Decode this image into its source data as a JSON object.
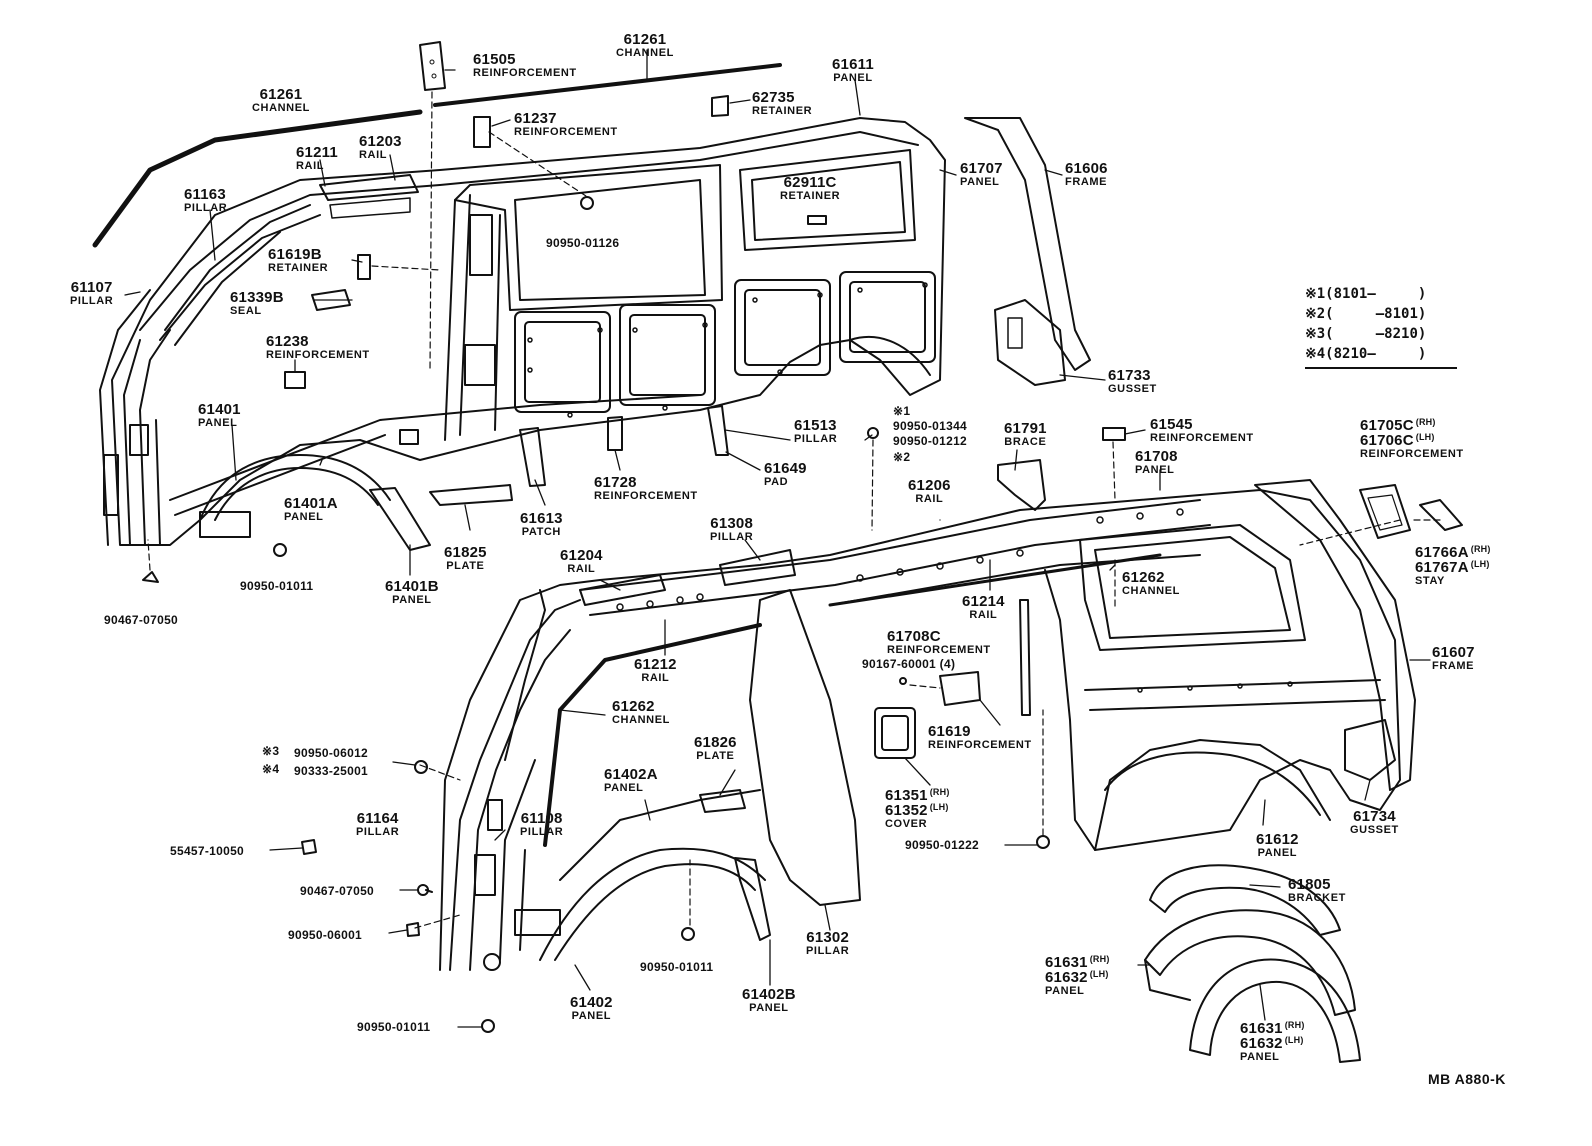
{
  "labels": {
    "l61261a": {
      "num": "61261",
      "name": "CHANNEL"
    },
    "l61261b": {
      "num": "61261",
      "name": "CHANNEL"
    },
    "l61505": {
      "num": "61505",
      "name": "REINFORCEMENT"
    },
    "l61611": {
      "num": "61611",
      "name": "PANEL"
    },
    "l62735": {
      "num": "62735",
      "name": "RETAINER"
    },
    "l61237": {
      "num": "61237",
      "name": "REINFORCEMENT"
    },
    "l61211": {
      "num": "61211",
      "name": "RAIL"
    },
    "l61203": {
      "num": "61203",
      "name": "RAIL"
    },
    "l61163": {
      "num": "61163",
      "name": "PILLAR"
    },
    "l61707": {
      "num": "61707",
      "name": "PANEL"
    },
    "l61606": {
      "num": "61606",
      "name": "FRAME"
    },
    "l62911c": {
      "num": "62911C",
      "name": "RETAINER"
    },
    "l61107": {
      "num": "61107",
      "name": "PILLAR"
    },
    "l61619b": {
      "num": "61619B",
      "name": "RETAINER"
    },
    "l61339b": {
      "num": "61339B",
      "name": "SEAL"
    },
    "l61238": {
      "num": "61238",
      "name": "REINFORCEMENT"
    },
    "l61733": {
      "num": "61733",
      "name": "GUSSET"
    },
    "l61401": {
      "num": "61401",
      "name": "PANEL"
    },
    "l61513": {
      "num": "61513",
      "name": "PILLAR"
    },
    "l61791": {
      "num": "61791",
      "name": "BRACE"
    },
    "l61545": {
      "num": "61545",
      "name": "REINFORCEMENT"
    },
    "l61705c": {
      "num": "61705C",
      "name": "REINFORCEMENT",
      "suf1": "(RH)",
      "num2": "61706C",
      "suf2": "(LH)"
    },
    "l61708": {
      "num": "61708",
      "name": "PANEL"
    },
    "l61649": {
      "num": "61649",
      "name": "PAD"
    },
    "l61728": {
      "num": "61728",
      "name": "REINFORCEMENT"
    },
    "l61401a": {
      "num": "61401A",
      "name": "PANEL"
    },
    "l61206": {
      "num": "61206",
      "name": "RAIL"
    },
    "l61613": {
      "num": "61613",
      "name": "PATCH"
    },
    "l61825": {
      "num": "61825",
      "name": "PLATE"
    },
    "l61401b": {
      "num": "61401B",
      "name": "PANEL"
    },
    "l61308": {
      "num": "61308",
      "name": "PILLAR"
    },
    "l61204": {
      "num": "61204",
      "name": "RAIL"
    },
    "l61766a": {
      "num": "61766A",
      "name": "STAY",
      "suf1": "(RH)",
      "num2": "61767A",
      "suf2": "(LH)"
    },
    "l61262a": {
      "num": "61262",
      "name": "CHANNEL"
    },
    "l61214": {
      "num": "61214",
      "name": "RAIL"
    },
    "l61212": {
      "num": "61212",
      "name": "RAIL"
    },
    "l61607": {
      "num": "61607",
      "name": "FRAME"
    },
    "l61708c": {
      "num": "61708C",
      "name": "REINFORCEMENT"
    },
    "l61262b": {
      "num": "61262",
      "name": "CHANNEL"
    },
    "l61619": {
      "num": "61619",
      "name": "REINFORCEMENT"
    },
    "l61826": {
      "num": "61826",
      "name": "PLATE"
    },
    "l61402a": {
      "num": "61402A",
      "name": "PANEL"
    },
    "l61351": {
      "num": "61351",
      "name": "COVER",
      "suf1": "(RH)",
      "num2": "61352",
      "suf2": "(LH)"
    },
    "l61734": {
      "num": "61734",
      "name": "GUSSET"
    },
    "l61164": {
      "num": "61164",
      "name": "PILLAR"
    },
    "l61108": {
      "num": "61108",
      "name": "PILLAR"
    },
    "l61612": {
      "num": "61612",
      "name": "PANEL"
    },
    "l61805": {
      "num": "61805",
      "name": "BRACKET"
    },
    "l61302": {
      "num": "61302",
      "name": "PILLAR"
    },
    "l61631a": {
      "num": "61631",
      "name": "PANEL",
      "suf1": "(RH)",
      "num2": "61632",
      "suf2": "(LH)"
    },
    "l61402": {
      "num": "61402",
      "name": "PANEL"
    },
    "l61402b": {
      "num": "61402B",
      "name": "PANEL"
    },
    "l61631b": {
      "num": "61631",
      "name": "PANEL",
      "suf1": "(RH)",
      "num2": "61632",
      "suf2": "(LH)"
    }
  },
  "parts": {
    "p1": "90950-01126",
    "p2": "90950-01344",
    "p3": "90950-01212",
    "p4": "90950-01011",
    "p5": "90467-07050",
    "p6": "90167-60001 (4)",
    "p7": "90950-06012",
    "p8": "90333-25001",
    "p9": "55457-10050",
    "p10": "90467-07050",
    "p11": "90950-06001",
    "p12": "90950-01011",
    "p13": "90950-01222",
    "p14": "90950-01011"
  },
  "marks": {
    "m1": "※1",
    "m2": "※2",
    "m3": "※3",
    "m4": "※4"
  },
  "legend": [
    {
      "mark": "※1",
      "text": "(8101—     )"
    },
    {
      "mark": "※2",
      "text": "(     —8101)"
    },
    {
      "mark": "※3",
      "text": "(     —8210)"
    },
    {
      "mark": "※4",
      "text": "(8210—     )"
    }
  ],
  "reference": "MB  A880-K"
}
